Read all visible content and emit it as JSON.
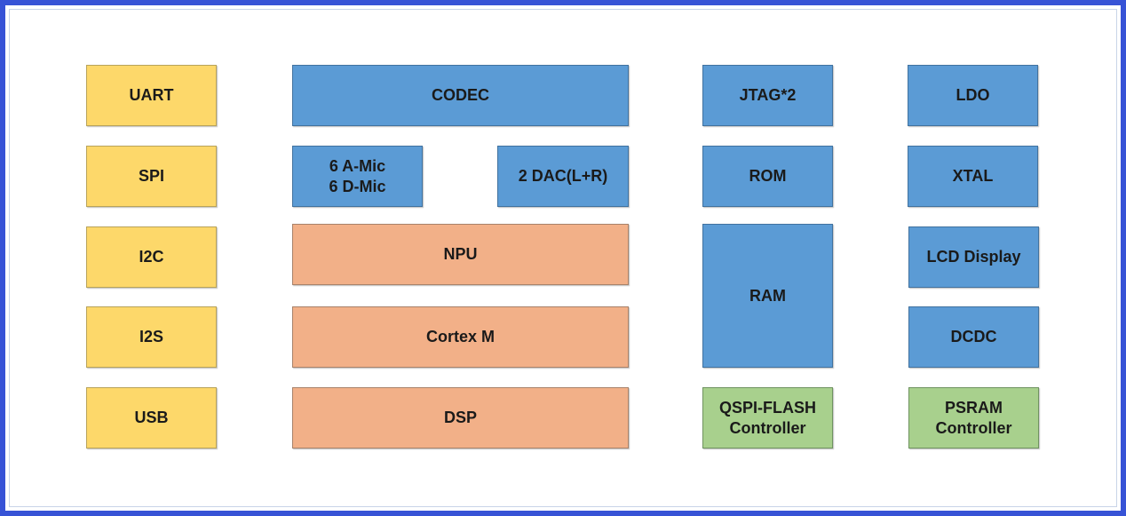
{
  "colors": {
    "peripheral": "#fdd86a",
    "core": "#5b9bd5",
    "compute": "#f2b088",
    "controller": "#a8d08d",
    "frame": "#3753d6"
  },
  "col_peripherals": [
    "UART",
    "SPI",
    "I2C",
    "I2S",
    "USB"
  ],
  "audio": {
    "codec": "CODEC",
    "mic": "6 A-Mic\n6 D-Mic",
    "dac": "2 DAC(L+R)"
  },
  "compute": {
    "npu": "NPU",
    "cortex": "Cortex M",
    "dsp": "DSP"
  },
  "memory": {
    "jtag": "JTAG*2",
    "rom": "ROM",
    "ram": "RAM",
    "qspi": "QSPI-FLASH\nController"
  },
  "system": {
    "ldo": "LDO",
    "xtal": "XTAL",
    "lcd": "LCD Display",
    "dcdc": "DCDC",
    "psram": "PSRAM\nController"
  }
}
